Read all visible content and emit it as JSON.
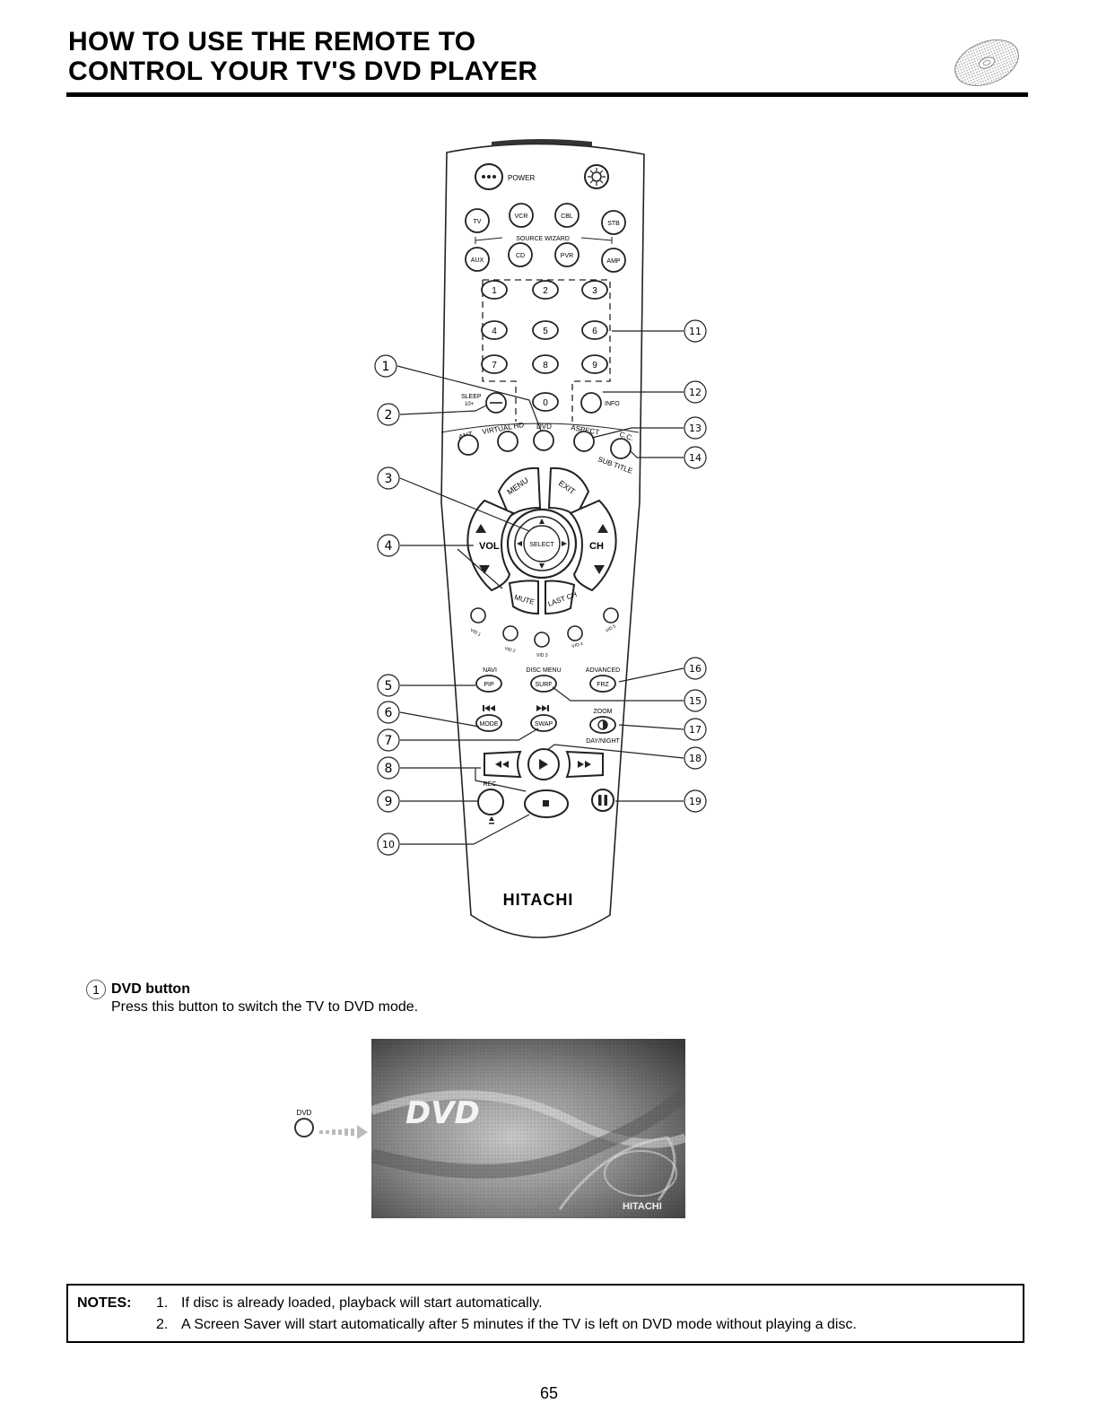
{
  "header": {
    "title_line1": "HOW TO USE THE REMOTE TO",
    "title_line2": "CONTROL YOUR TV'S DVD PLAYER"
  },
  "remote": {
    "brand": "HITACHI",
    "power_label": "POWER",
    "source_buttons_row1": [
      "TV",
      "VCR",
      "CBL",
      "STB"
    ],
    "source_wizard_label": "SOURCE WIZARD",
    "source_buttons_row2": [
      "AUX",
      "CD",
      "PVR",
      "AMP"
    ],
    "digits": [
      "1",
      "2",
      "3",
      "4",
      "5",
      "6",
      "7",
      "8",
      "9",
      "0"
    ],
    "sleep_label": "SLEEP",
    "sleep_sub": "10+",
    "info_label": "INFO",
    "ant_label": "ANT",
    "virtual_hd_label": "VIRTUAL HD",
    "dvd_label": "DVD",
    "aspect_label": "ASPECT",
    "cc_label": "C.C.",
    "subtitle_label": "SUB TITLE",
    "menu_label": "MENU",
    "exit_label": "EXIT",
    "select_label": "SELECT",
    "vol_label": "VOL",
    "ch_label": "CH",
    "mute_label": "MUTE",
    "last_ch_label": "LAST CH",
    "vid_labels": [
      "VID 1",
      "VID 2",
      "VID 3",
      "VID 4",
      "VID 5"
    ],
    "navi_label": "NAVI",
    "pip_label": "PIP",
    "disc_menu_label": "DISC MENU",
    "surf_label": "SURF",
    "advanced_label": "ADVANCED",
    "frz_label": "FRZ",
    "mode_label": "MODE",
    "swap_label": "SWAP",
    "zoom_label": "ZOOM",
    "day_night_label": "DAY/NIGHT",
    "rec_label": "REC",
    "callouts": [
      "1",
      "2",
      "3",
      "4",
      "5",
      "6",
      "7",
      "8",
      "9",
      "10",
      "11",
      "12",
      "13",
      "14",
      "15",
      "16",
      "17",
      "18",
      "19"
    ]
  },
  "item": {
    "number": "1",
    "heading": "DVD button",
    "text": "Press this button to switch the TV to DVD mode."
  },
  "dvd_small_label": "DVD",
  "screen_image": {
    "logo_text": "DVD",
    "brand_text": "HITACHI"
  },
  "notes": {
    "label": "NOTES:",
    "items": [
      {
        "n": "1.",
        "text": "If disc is already loaded, playback will start automatically."
      },
      {
        "n": "2.",
        "text": "A Screen Saver will start automatically after 5 minutes if the TV is left on DVD mode without playing a disc."
      }
    ]
  },
  "page_number": "65"
}
